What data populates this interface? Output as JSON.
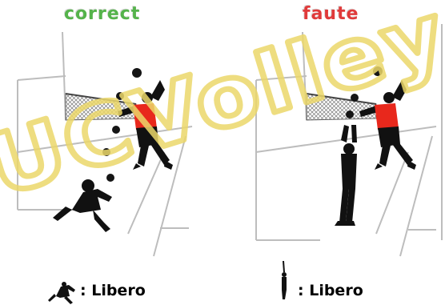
{
  "titles": {
    "correct": "correct",
    "fault": "faute"
  },
  "legend": {
    "left_label": ": Libero",
    "right_label": ": Libero"
  },
  "watermark": {
    "text": "UCVolley"
  },
  "colors": {
    "correct": "#55b34b",
    "fault": "#e03a3a",
    "watermark": "#ecd86a",
    "jersey": "#e8281c",
    "silhouette": "#111111"
  }
}
